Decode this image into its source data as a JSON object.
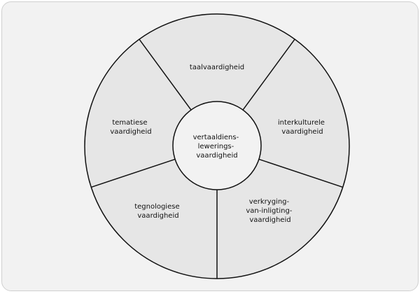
{
  "center": [
    "vertaaldiens-",
    "lewerings-",
    "vaardigheid"
  ],
  "segments": [
    {
      "lines": [
        "taalvaardigheid"
      ]
    },
    {
      "lines": [
        "interkulturele",
        "vaardigheid"
      ]
    },
    {
      "lines": [
        "verkryging-",
        "van-inligting-",
        "vaardigheid"
      ]
    },
    {
      "lines": [
        "tegnologiese",
        "vaardigheid"
      ]
    },
    {
      "lines": [
        "tematiese",
        "vaardigheid"
      ]
    }
  ],
  "colors": {
    "background": "#f2f2f2",
    "segment": "#e6e6e6",
    "center": "#f2f2f2",
    "stroke": "#111111"
  }
}
